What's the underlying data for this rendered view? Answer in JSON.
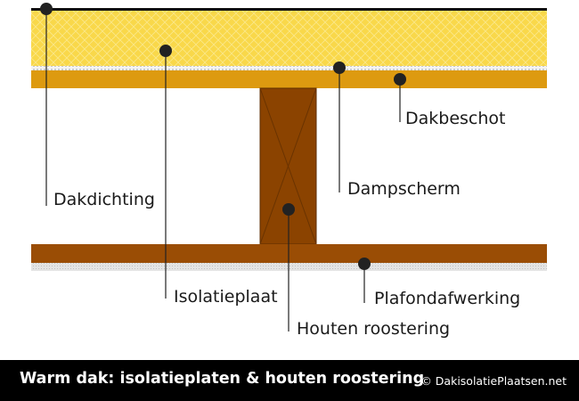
{
  "labels": {
    "dakdichting": "Dakdichting",
    "isolatieplaat": "Isolatieplaat",
    "dampscherm": "Dampscherm",
    "dakbeschot": "Dakbeschot",
    "houten_roostering": "Houten roostering",
    "plafondafwerking": "Plafondafwerking"
  },
  "footer": {
    "title": "Warm dak: isolatieplaten & houten roostering",
    "credit": "© DakisolatiePlaatsen.net"
  },
  "colors": {
    "insulation": "#f9d84a",
    "roof_deck": "#dd9a10",
    "joist": "#8b4300",
    "ceiling_board": "#9a4d05",
    "ceiling_finish": "#d9d9d9",
    "footer_bg": "#000000"
  }
}
